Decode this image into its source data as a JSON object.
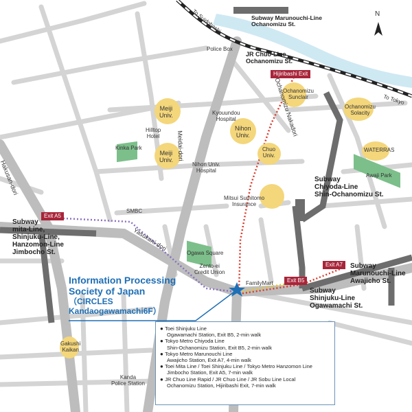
{
  "compass": {
    "label": "N"
  },
  "stations": {
    "marunouchi_ochanomizu": "Subway Marunouchi-Line\nOchanomizu St.",
    "jr_ochanomizu": "JR Chuo-Line\nOchanomizu St.",
    "chiyoda_shin_ochanomizu": "Subway\nChiyoda-Line\nShin-Ochanomizu St.",
    "mita_jimbocho": "Subway\nmita-Line,\nShinjuku-Line,\nHanzomon-Line\nJimbocho St.",
    "marunouchi_awajicho": "Subway\nMarunouchi-Line\nAwajicho St.",
    "shinjuku_ogawamachi": "Subway\nShinjuku-Line\nOgawamachi St."
  },
  "exits": {
    "hijiribashi": "Hijiribashi Exit",
    "a5": "Exit A5",
    "b5": "Exit B5",
    "a7": "Exit A7"
  },
  "roads": {
    "to_suidobashi": "To Suidobashi",
    "to_tokyo": "To Tokyo",
    "meidai_dori": "Meidai-dori",
    "ochanomizu_nakadori": "Ochanomizu Nakadori",
    "hakusan_dori": "Hakusan-dori",
    "yasukuni_dori": "Yasukuni-dori"
  },
  "places": {
    "police_box": "Police Box",
    "ochanomizu_sunclair": "Ochanomizu\nSunclair",
    "ochanomizu_solacity": "Ochanomizu\nSolacity",
    "meiji_univ_1": "Meiji\nUniv.",
    "meiji_univ_2": "Meiji\nUniv.",
    "kyouundou_hospital": "Kyouundou\nHospital",
    "nihon_univ": "Nihon\nUniv.",
    "hilltop_hotel": "Hilltop\nHotel",
    "kinka_park": "Kinka Park",
    "chuo_univ": "Chuo\nUniv.",
    "nihon_univ_hospital": "Nihon Univ.\nHospital",
    "waterras": "WATERRAS",
    "awaji_park": "Awaji Park",
    "mitsui_sumitomo": "Mitsui Sumitomo\nInsurance",
    "smbc": "SMBC",
    "ogawa_square": "Ogawa Square",
    "zento_ei": "Zento-ei\nCredit Union",
    "familymart": "FamilyMart",
    "gakushi_kaikan": "Gakushi\nKaikan",
    "kanda_police": "Kanda\nPolice Station"
  },
  "destination": {
    "name_line1": "Information Processing",
    "name_line2": "Society of Japan",
    "name_line3": "（CIRCLES",
    "name_line4": "Kandaogawamachi6F）"
  },
  "access": [
    {
      "line": "Toei Shinjuku Line",
      "detail": "Ogawamachi Station, Exit B5, 2-min walk"
    },
    {
      "line": "Tokyo Metro Chiyoda Line",
      "detail": "Shin-Ochanomizu Station, Exit B5, 2-min walk"
    },
    {
      "line": "Tokyo Metro Marunouchi Line",
      "detail": "Awajicho Station, Exit A7, 4-min walk"
    },
    {
      "line": "Toei Mita Line / Toei Shinjuku Line / Tokyo Metro Hanzomon Line",
      "detail": "Jimbocho Station, Exit A5, 7-min walk"
    },
    {
      "line": "JR Chuo Line Rapid / JR Chuo Line / JR Sobu Line Local",
      "detail": "Ochanomizu Station, Hijiribashi Exit, 7-min walk"
    }
  ],
  "colors": {
    "exit_badge": "#a8253a",
    "route_red": "#d93a2b",
    "route_purple": "#8a6fc0",
    "route_yellow": "#e0c43a",
    "subway_gray": "#6d6d6d",
    "destination_blue": "#1f6fb5",
    "landmark_yellow": "#f4d67b",
    "park_green": "#7cbf8a",
    "river_blue": "#cfe9f3"
  }
}
